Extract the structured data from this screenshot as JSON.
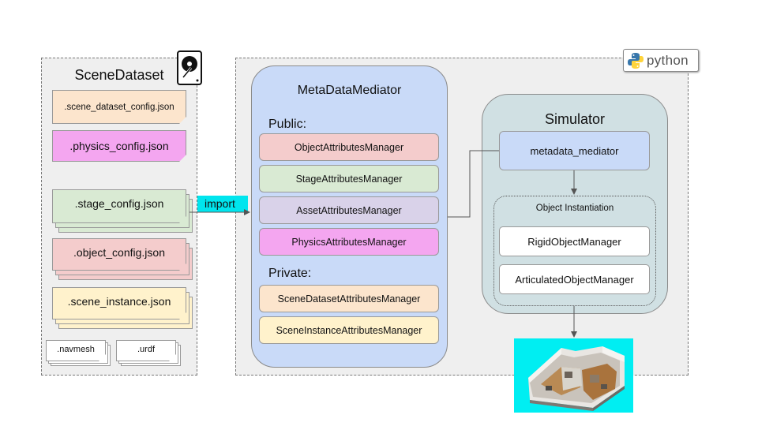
{
  "scene_dataset": {
    "title": "SceneDataset",
    "files": {
      "scene_dataset_config": ".scene_dataset_config.json",
      "physics_config": ".physics_config.json",
      "stage_config": ".stage_config.json",
      "object_config": ".object_config.json",
      "scene_instance": ".scene_instance.json",
      "navmesh": ".navmesh",
      "urdf": ".urdf"
    }
  },
  "import_label": "import",
  "python_logo_text": "python",
  "mediator": {
    "title": "MetaDataMediator",
    "public_label": "Public:",
    "private_label": "Private:",
    "public_managers": [
      "ObjectAttributesManager",
      "StageAttributesManager",
      "AssetAttributesManager",
      "PhysicsAttributesManager"
    ],
    "private_managers": [
      "SceneDatasetAttributesManager",
      "SceneInstanceAttributesManager"
    ]
  },
  "simulator": {
    "title": "Simulator",
    "metadata_mediator": "metadata_mediator",
    "instantiation_label": "Object Instantiation",
    "managers": [
      "RigidObjectManager",
      "ArticulatedObjectManager"
    ]
  },
  "colors": {
    "orange_light": "#fce5cd",
    "magenta": "#f4a6f0",
    "green_light": "#d9ead3",
    "red_light": "#f4cccc",
    "yellow_light": "#fff2cc",
    "purple_light": "#d9d2e9",
    "blue_light": "#c9daf8",
    "teal_gray": "#d0e0e3",
    "cyan": "#00e5ee",
    "python_blue": "#3776ab",
    "python_yellow": "#ffd43b"
  }
}
